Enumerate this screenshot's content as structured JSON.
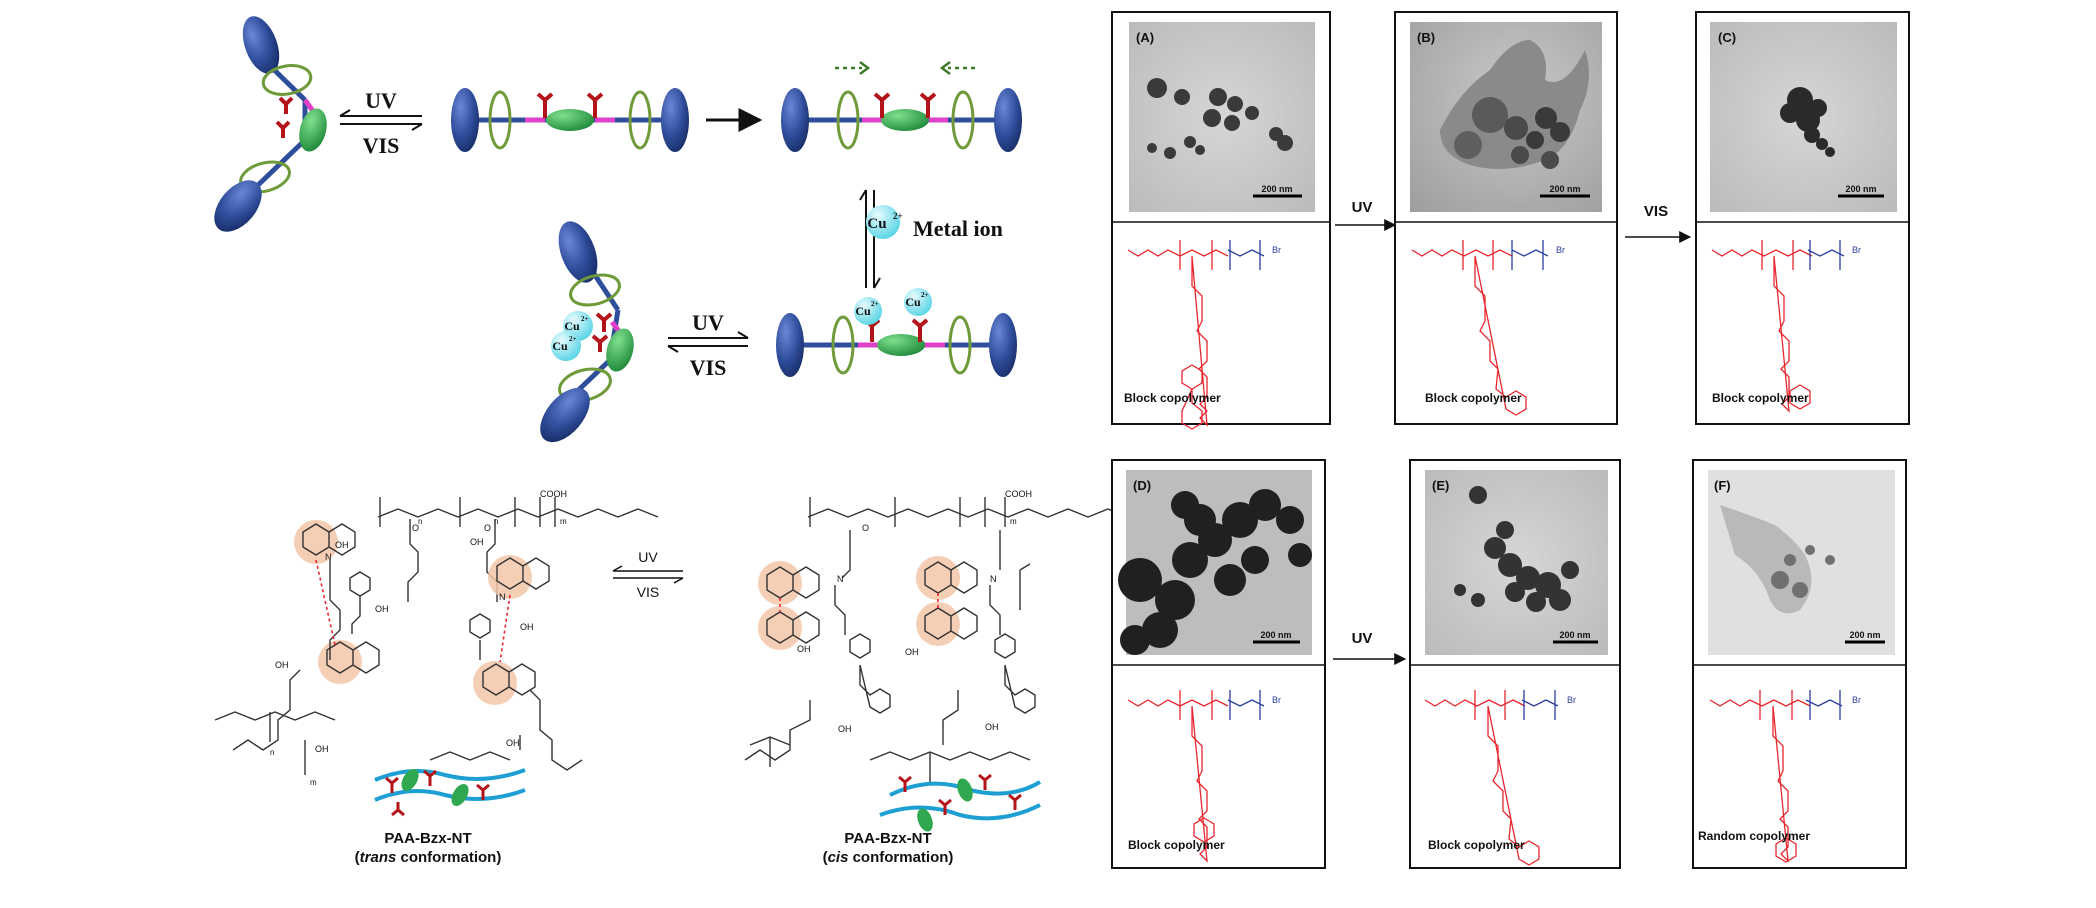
{
  "scheme": {
    "uv": "UV",
    "vis": "VIS",
    "metal_ion": "Metal ion",
    "cu": "Cu",
    "cu_charge": "2+"
  },
  "structures": {
    "uv": "UV",
    "vis": "VIS",
    "left_name": "PAA-Bzx-NT",
    "left_conf_italic": "trans",
    "left_conf_rest": " conformation)",
    "right_name": "PAA-Bzx-NT",
    "right_conf_italic": "cis",
    "right_conf_rest": " conformation)",
    "open_paren": "(",
    "cooh": "COOH",
    "oh": "OH",
    "n": "N",
    "o": "O",
    "m": "m",
    "nsub": "n"
  },
  "tem_panels": {
    "scale": "200 nm",
    "arrows": [
      "UV",
      "VIS",
      "UV"
    ],
    "panels": [
      {
        "label": "(A)",
        "caption": "Block copolymer"
      },
      {
        "label": "(B)",
        "caption": "Block copolymer"
      },
      {
        "label": "(C)",
        "caption": "Block copolymer"
      },
      {
        "label": "(D)",
        "caption": "Block copolymer"
      },
      {
        "label": "(E)",
        "caption": "Block copolymer"
      },
      {
        "label": "(F)",
        "caption": "Random copolymer"
      }
    ],
    "br": "Br"
  },
  "colors": {
    "blue_stopper": "#2e4d9a",
    "green_ring": "#6f9a3a",
    "green_ellipse": "#2fa84f",
    "pink_link": "#e040c8",
    "red_group": "#b3141a",
    "cyan_ion": "#7ee3ef",
    "polymer_red": "#e8262d",
    "polymer_blue": "#2b3e9e",
    "highlight": "#f3c7a8",
    "chain_blue": "#1e9fd4"
  }
}
